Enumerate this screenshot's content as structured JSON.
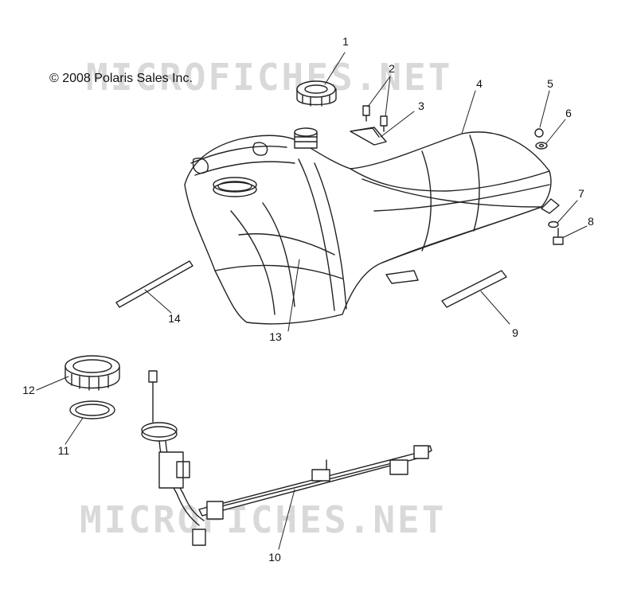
{
  "copyright": "© 2008 Polaris Sales Inc.",
  "watermark": "MICROFICHES.NET",
  "callouts": [
    "1",
    "2",
    "3",
    "4",
    "5",
    "6",
    "7",
    "8",
    "9",
    "10",
    "11",
    "12",
    "13",
    "14"
  ]
}
